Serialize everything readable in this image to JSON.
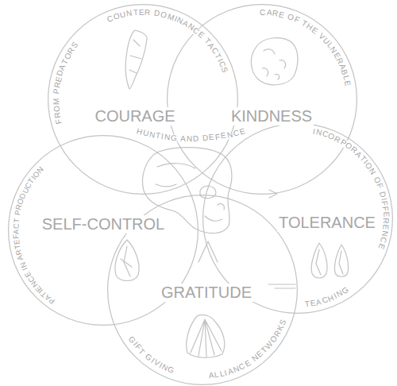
{
  "diagram": {
    "nodes": [
      {
        "text": [
          "COURAGE"
        ]
      },
      {
        "text": [
          "KINDNESS"
        ]
      },
      {
        "text": [
          "SELF-CONTROL"
        ]
      },
      {
        "text": [
          "TOLERANCE"
        ]
      },
      {
        "text": [
          "GRATITUDE"
        ]
      }
    ],
    "labels": [
      "COUNTER DOMINANCE TACTICS",
      "CARE OF THE VULNERABLE",
      "FROM PREDATORS",
      "HUNTING AND DEFENCE",
      "INCORPORATION OF DIFFERENCE",
      "PATIENCE IN ARTEFACT PRODUCTION",
      "TEACHING",
      "ALLIANCE NETWORKS",
      "GIFT GIVING"
    ]
  }
}
